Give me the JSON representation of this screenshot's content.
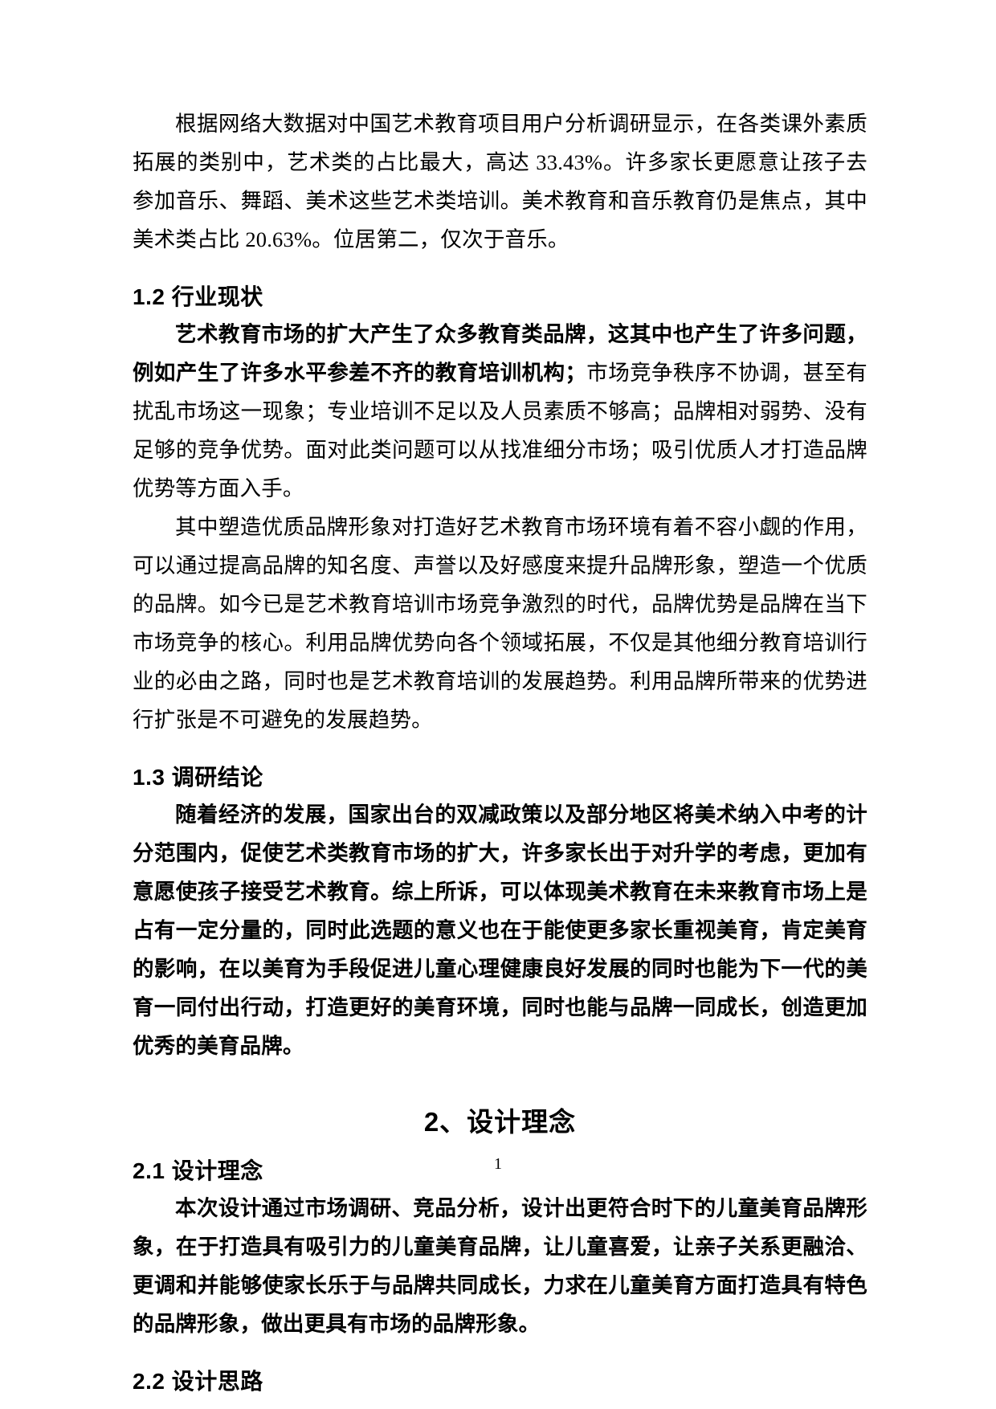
{
  "document": {
    "page_number": "1",
    "blocks": [
      {
        "id": "intro-paragraph",
        "type": "paragraph",
        "weight": "normal",
        "text": "根据网络大数据对中国艺术教育项目用户分析调研显示，在各类课外素质拓展的类别中，艺术类的占比最大，高达 33.43%。许多家长更愿意让孩子去参加音乐、舞蹈、美术这些艺术类培训。美术教育和音乐教育仍是焦点，其中美术类占比 20.63%。位居第二，仅次于音乐。"
      },
      {
        "id": "heading-1-2",
        "type": "heading",
        "text": "1.2 行业现状"
      },
      {
        "id": "section-1-2-paragraph-1",
        "type": "paragraph-split",
        "bold_text": "艺术教育市场的扩大产生了众多教育类品牌，这其中也产生了许多问题，例如产生了许多水平参差不齐的教育培训机构；",
        "normal_text": "市场竞争秩序不协调，甚至有扰乱市场这一现象；专业培训不足以及人员素质不够高；品牌相对弱势、没有足够的竞争优势。面对此类问题可以从找准细分市场；吸引优质人才打造品牌优势等方面入手。"
      },
      {
        "id": "section-1-2-paragraph-2",
        "type": "paragraph",
        "weight": "normal",
        "text": "其中塑造优质品牌形象对打造好艺术教育市场环境有着不容小觑的作用，可以通过提高品牌的知名度、声誉以及好感度来提升品牌形象，塑造一个优质的品牌。如今已是艺术教育培训市场竞争激烈的时代，品牌优势是品牌在当下市场竞争的核心。利用品牌优势向各个领域拓展，不仅是其他细分教育培训行业的必由之路，同时也是艺术教育培训的发展趋势。利用品牌所带来的优势进行扩张是不可避免的发展趋势。"
      },
      {
        "id": "heading-1-3",
        "type": "heading",
        "text": "1.3 调研结论"
      },
      {
        "id": "section-1-3-paragraph-1",
        "type": "paragraph",
        "weight": "bold",
        "text": "随着经济的发展，国家出台的双减政策以及部分地区将美术纳入中考的计分范围内，促使艺术类教育市场的扩大，许多家长出于对升学的考虑，更加有意愿使孩子接受艺术教育。综上所诉，可以体现美术教育在未来教育市场上是占有一定分量的，同时此选题的意义也在于能使更多家长重视美育，肯定美育的影响，在以美育为手段促进儿童心理健康良好发展的同时也能为下一代的美育一同付出行动，打造更好的美育环境，同时也能与品牌一同成长，创造更加优秀的美育品牌。"
      },
      {
        "id": "chapter-2-title",
        "type": "chapter",
        "text": "2、设计理念"
      },
      {
        "id": "heading-2-1",
        "type": "heading",
        "text": "2.1 设计理念"
      },
      {
        "id": "section-2-1-paragraph-1",
        "type": "paragraph",
        "weight": "bold",
        "text": "本次设计通过市场调研、竞品分析，设计出更符合时下的儿童美育品牌形象，在于打造具有吸引力的儿童美育品牌，让儿童喜爱，让亲子关系更融洽、更调和并能够使家长乐于与品牌共同成长，力求在儿童美育方面打造具有特色的品牌形象，做出更具有市场的品牌形象。"
      },
      {
        "id": "heading-2-2",
        "type": "heading",
        "text": "2.2 设计思路"
      }
    ]
  }
}
